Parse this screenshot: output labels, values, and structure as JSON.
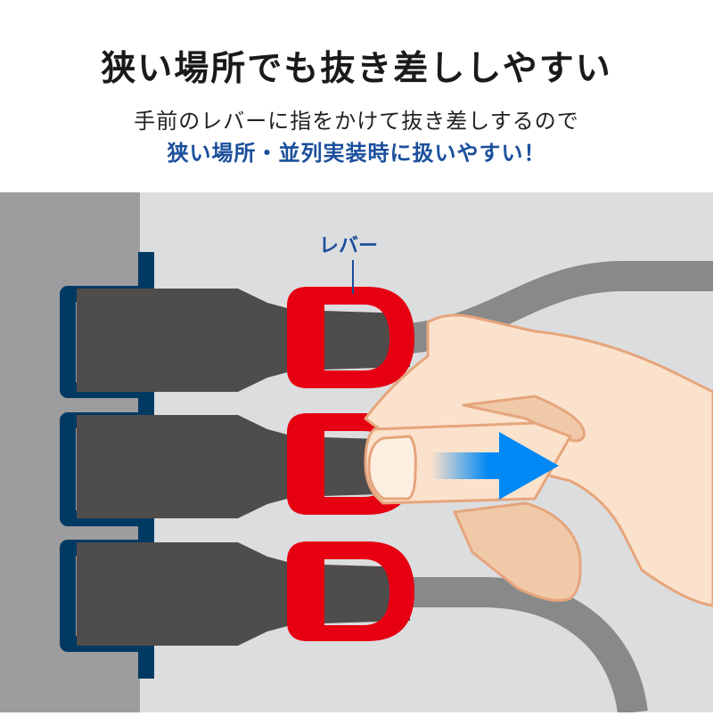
{
  "header": {
    "title": "狭い場所でも抜き差ししやすい",
    "subtitle_line1": "手前のレバーに指をかけて抜き差しするので",
    "subtitle_line2": "狭い場所・並列実装時に扱いやすい！"
  },
  "illustration": {
    "lever_label": "レバー",
    "connectors": [
      {
        "position": "top",
        "lever_color": "#e60012"
      },
      {
        "position": "middle",
        "lever_color": "#e60012"
      },
      {
        "position": "bottom",
        "lever_color": "#e60012"
      }
    ],
    "arrow_direction": "right",
    "icons": [
      "hand-icon",
      "arrow-right-icon",
      "connector-icon",
      "port-panel-icon"
    ]
  },
  "colors": {
    "title_text": "#1a1a1a",
    "accent_blue": "#1b4f9c",
    "wall_gray": "#9d9c9f",
    "background_gray": "#dcdddf",
    "port_frame": "#003a63",
    "connector_body": "#4f4c4c",
    "lever_red": "#e60012",
    "cable_gray": "#898989",
    "skin": "#fbe2cc",
    "skin_outline": "#e6a57c",
    "arrow_blue": "#0088f5"
  }
}
